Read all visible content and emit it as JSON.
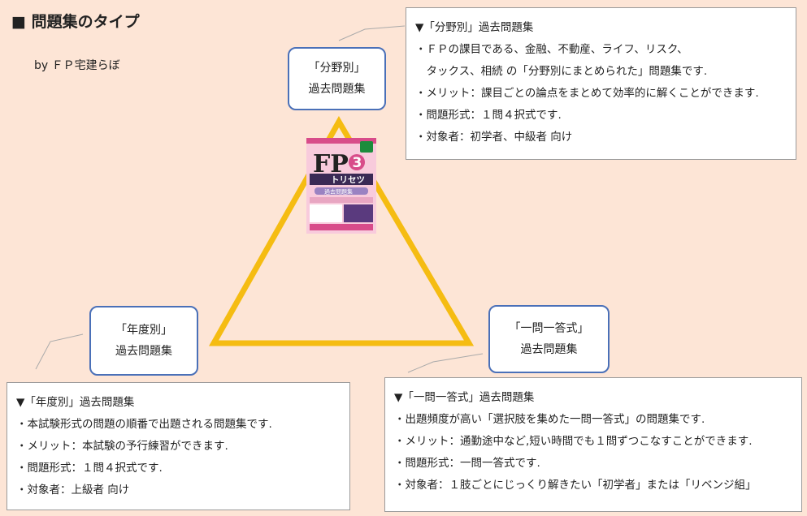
{
  "header": {
    "title": "■ 問題集のタイプ",
    "byline": "by ＦＰ宅建らぼ"
  },
  "nodes": {
    "bunya": {
      "line1": "「分野別」",
      "line2": "過去問題集"
    },
    "nendo": {
      "line1": "「年度別」",
      "line2": "過去問題集"
    },
    "ichimon": {
      "line1": "「一問一答式」",
      "line2": "過去問題集"
    }
  },
  "panels": {
    "bunya": {
      "title": "▼「分野別」過去問題集",
      "lines": [
        "・ＦＰの課目である、金融、不動産、ライフ、リスク、",
        "　タックス、相続 の「分野別にまとめられた」問題集です.",
        "・メリット：課目ごとの論点をまとめて効率的に解くことができます.",
        "・問題形式：１問４択式です.",
        "・対象者：初学者、中級者 向け"
      ]
    },
    "nendo": {
      "title": "▼「年度別」過去問題集",
      "lines": [
        "・本試験形式の問題の順番で出題される問題集です.",
        "・メリット：本試験の予行練習ができます.",
        "・問題形式：１問４択式です.",
        "・対象者：上級者 向け"
      ]
    },
    "ichimon": {
      "title": "▼「一問一答式」過去問題集",
      "lines": [
        "・出題頻度が高い「選択肢を集めた一問一答式」の問題集です.",
        "・メリット：通勤途中など,短い時間でも１問ずつこなすことができます.",
        "・問題形式：一問一答式です.",
        "・対象者：１肢ごとにじっくり解きたい「初学者」または「リベンジ組」"
      ]
    }
  },
  "book": {
    "title": "FP",
    "grade": "3",
    "series": "トリセツ",
    "subtitle": "過去問題集"
  },
  "colors": {
    "triangle": "#f5bc12",
    "node_border": "#4a70b8",
    "background": "#fde5d6"
  }
}
